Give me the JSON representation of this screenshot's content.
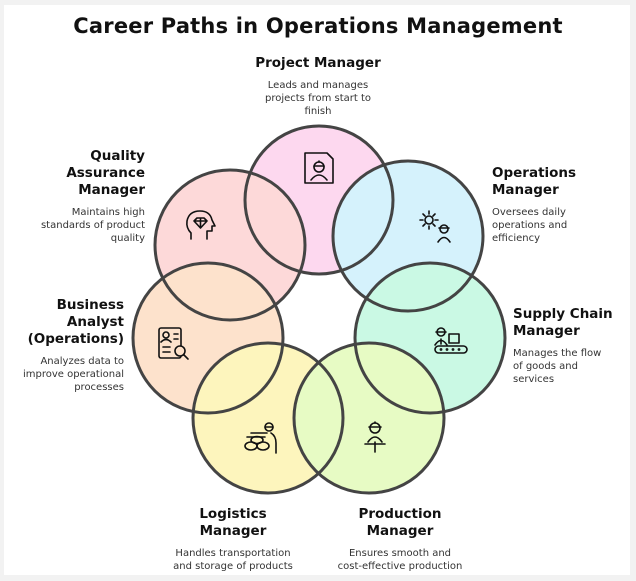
{
  "title": "Career Paths in Operations Management",
  "colors": {
    "background": "#f2f2f2",
    "card": "#ffffff",
    "outline": "#444444",
    "project_manager": "#fdd5ee",
    "operations_manager": "#d2f1fc",
    "supply_chain_manager": "#c6f9e2",
    "production_manager": "#e6fbbf",
    "logistics_manager": "#fdf5b8",
    "business_analyst": "#fde0c8",
    "quality_assurance_manager": "#fdd6d6"
  },
  "roles": {
    "project_manager": {
      "heading": "Project Manager",
      "desc_lines": [
        "Leads and manages",
        "projects from start to",
        "finish"
      ],
      "icon": "worker-id-card-icon"
    },
    "operations_manager": {
      "heading_lines": [
        "Operations",
        "Manager"
      ],
      "desc_lines": [
        "Oversees daily",
        "operations and",
        "efficiency"
      ],
      "icon": "gear-worker-icon"
    },
    "supply_chain_manager": {
      "heading_lines": [
        "Supply Chain",
        "Manager"
      ],
      "desc_lines": [
        "Manages the flow",
        "of goods and",
        "services"
      ],
      "icon": "conveyor-worker-icon"
    },
    "production_manager": {
      "heading_lines": [
        "Production",
        "Manager"
      ],
      "desc_lines": [
        "Ensures smooth and",
        "cost-effective production"
      ],
      "icon": "hardhat-worker-icon"
    },
    "logistics_manager": {
      "heading_lines": [
        "Logistics",
        "Manager"
      ],
      "desc_lines": [
        "Handles transportation",
        "and storage of products"
      ],
      "icon": "worker-packages-icon"
    },
    "business_analyst": {
      "heading_lines": [
        "Business",
        "Analyst",
        "(Operations)"
      ],
      "desc_lines": [
        "Analyzes data to",
        "improve operational",
        "processes"
      ],
      "icon": "resume-search-icon"
    },
    "quality_assurance_manager": {
      "heading_lines": [
        "Quality",
        "Assurance",
        "Manager"
      ],
      "desc_lines": [
        "Maintains high",
        "standards of product",
        "quality"
      ],
      "icon": "head-diamond-icon"
    }
  }
}
